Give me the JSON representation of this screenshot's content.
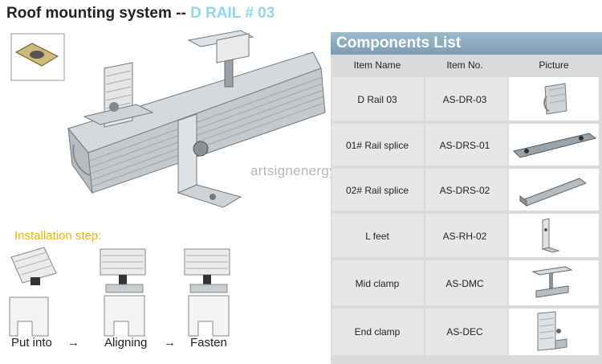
{
  "header": {
    "title": "Roof mounting system --",
    "title_accent": "D RAIL # 03"
  },
  "watermark": "artsignenergy.com",
  "installation": {
    "label": "Installation step:",
    "steps": [
      "Put into",
      "Aligning",
      "Fasten"
    ],
    "arrow": "→"
  },
  "components": {
    "title": "Components List",
    "columns": [
      "Item Name",
      "Item No.",
      "Picture"
    ],
    "rows": [
      {
        "name": "D Rail 03",
        "no": "AS-DR-03"
      },
      {
        "name": "01# Rail splice",
        "no": "AS-DRS-01"
      },
      {
        "name": "02# Rail splice",
        "no": "AS-DRS-02"
      },
      {
        "name": "L feet",
        "no": "AS-RH-02"
      },
      {
        "name": "Mid clamp",
        "no": "AS-DMC"
      },
      {
        "name": "End clamp",
        "no": "AS-DEC"
      }
    ]
  },
  "colors": {
    "accent": "#8fd6ee",
    "install_label": "#f0b400",
    "header_blue": "#8aa8be"
  }
}
